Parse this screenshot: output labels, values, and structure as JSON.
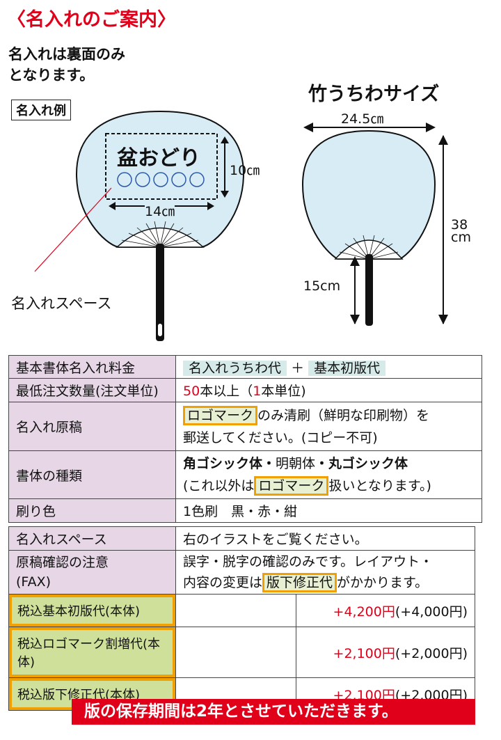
{
  "title": "〈名入れのご案内〉",
  "subtitle_lines": [
    "名入れは裏面のみ",
    "となります。"
  ],
  "example_label": "名入れ例",
  "left_fan": {
    "sample_text": "盆おどり",
    "height_label": "10㎝",
    "width_label": "14㎝",
    "space_label": "名入れスペース"
  },
  "right_fan": {
    "title": "竹うちわサイズ",
    "width_label": "24.5㎝",
    "height_label_1": "38",
    "height_label_2": "cm",
    "handle_label": "15cm"
  },
  "colors": {
    "fan": "#d8ecf6",
    "accent_red": "#e0001a",
    "orange": "#f0a000"
  },
  "table1": {
    "r1": {
      "label": "基本書体名入れ料金",
      "a": "名入れうちわ代",
      "plus": "＋",
      "b": "基本初版代"
    },
    "r2": {
      "label": "最低注文数量(注文単位)",
      "n1": "50",
      "t1": "本以上（",
      "n2": "1",
      "t2": "本単位)"
    },
    "r3": {
      "label": "名入れ原稿",
      "logo": "ロゴマーク",
      "t1": "のみ清刷（鮮明な印刷物）を",
      "t2": "郵送してください。(コピー不可)"
    },
    "r4": {
      "label": "書体の種類",
      "f1": "角ゴシック体・",
      "f2": "明朝体",
      "f3": "・丸ゴシック体",
      "t1": "(これ以外は",
      "logo": "ロゴマーク",
      "t2": "扱いとなります。)"
    },
    "r5": {
      "label": "刷り色",
      "value": "1色刷　黒・赤・紺"
    }
  },
  "table2": {
    "r1": {
      "label": "名入れスペース",
      "value": "右のイラストをご覧ください。"
    },
    "r2": {
      "label1": "原稿確認の注意",
      "label2": "(FAX)",
      "t1": "誤字・脱字の確認のみです。レイアウト・",
      "t2": "内容の変更は",
      "box": "版下修正代",
      "t3": "がかかります。"
    },
    "prices": [
      {
        "label": "税込基本初版代(本体)",
        "taxed": "+4,200円",
        "base": "(+4,000円)"
      },
      {
        "label": "税込ロゴマーク割増代(本体)",
        "taxed": "+2,100円",
        "base": "(+2,000円)"
      },
      {
        "label": "税込版下修正代(本体)",
        "taxed": "+2,100円",
        "base": "(+2,000円)"
      }
    ]
  },
  "banner": "版の保存期間は2年とさせていただきます。"
}
